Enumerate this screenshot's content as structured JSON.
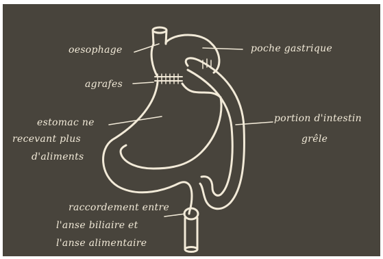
{
  "diagram": {
    "labels": {
      "oesophage": "oesophage",
      "poche": "poche gastrique",
      "agrafes": "agrafes",
      "estomac": [
        "estomac ne",
        "recevant plus",
        "d'aliments"
      ],
      "portion": [
        "portion d'intestin",
        "grêle"
      ],
      "raccordement": [
        "raccordement entre",
        "l'anse biliaire et",
        "l'anse alimentaire"
      ]
    },
    "colors": {
      "board": "#48443c",
      "chalk": "#f2ead8"
    }
  }
}
